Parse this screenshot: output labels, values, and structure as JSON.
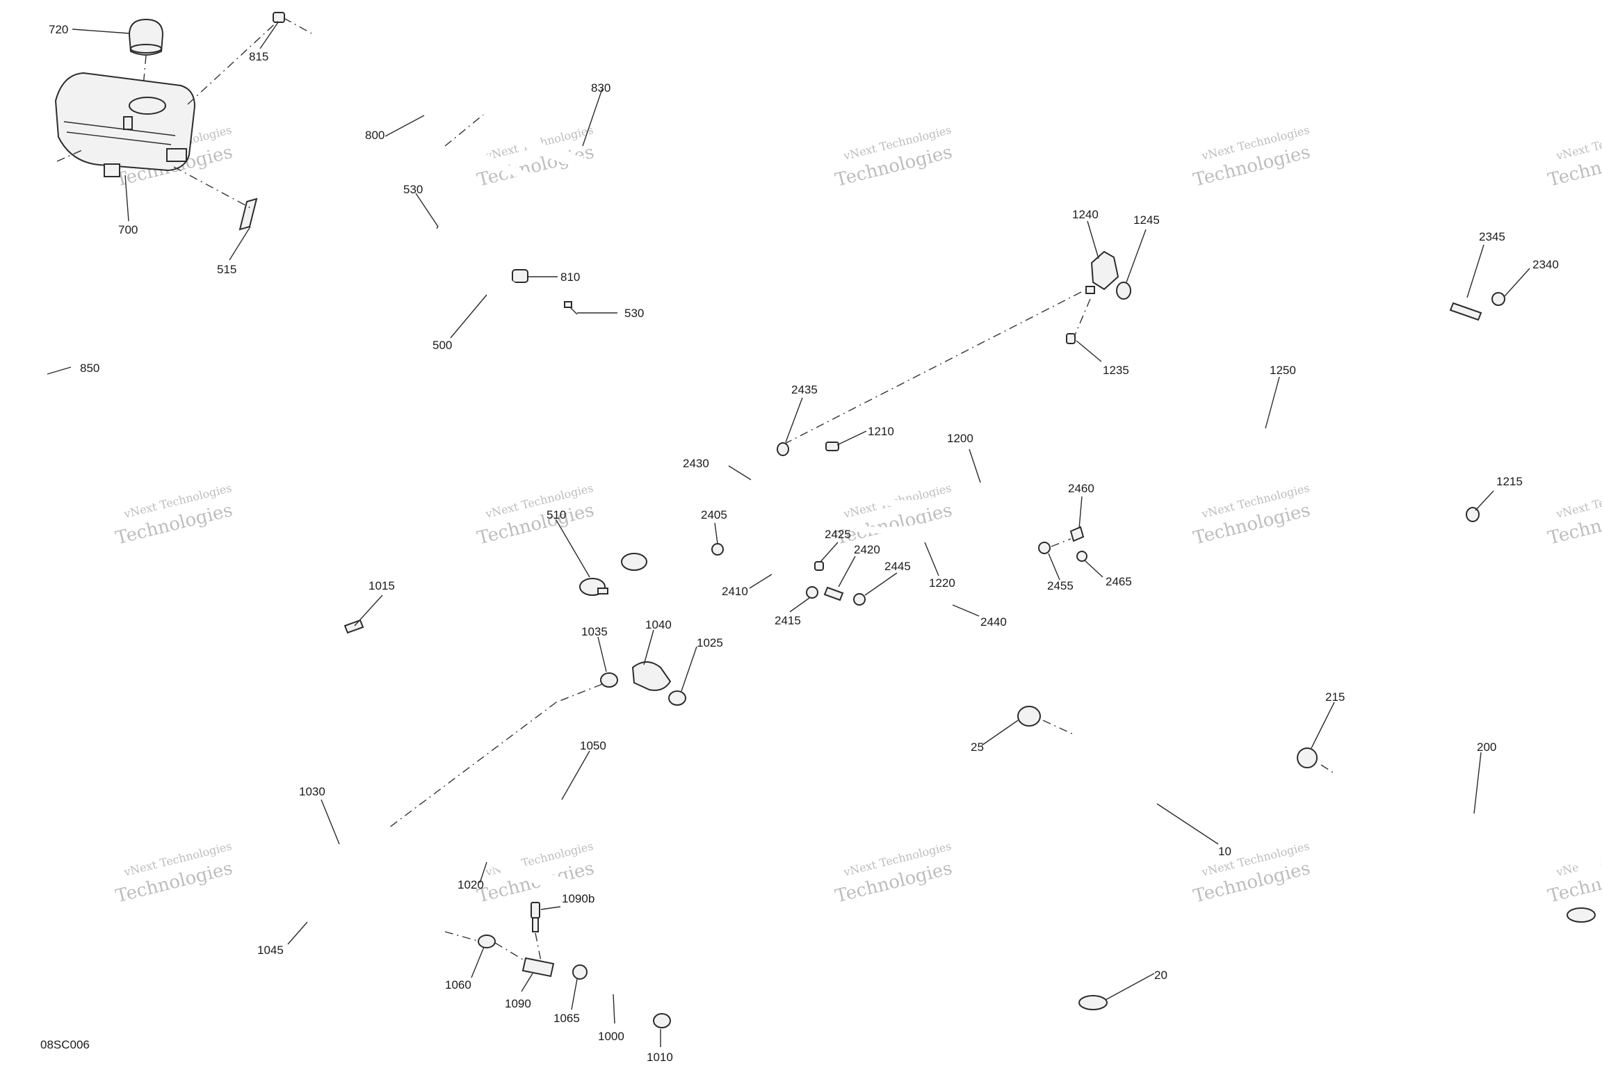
{
  "diagram_code": "08SC006",
  "watermark": {
    "line1": "vNext Technologies",
    "line2": "Technologies",
    "line3": "vNext Technologies"
  },
  "callouts": {
    "p720": "720",
    "p815": "815",
    "p830": "830",
    "p800": "800",
    "p700": "700",
    "p530a": "530",
    "p515": "515",
    "p810": "810",
    "p530b": "530",
    "p500": "500",
    "p850": "850",
    "p510": "510",
    "p1240": "1240",
    "p1245": "1245",
    "p2345": "2345",
    "p2340": "2340",
    "p1235": "1235",
    "p1250": "1250",
    "p2435": "2435",
    "p1210": "1210",
    "p1200": "1200",
    "p2430": "2430",
    "p1215": "1215",
    "p2460": "2460",
    "p2405": "2405",
    "p2425": "2425",
    "p2420": "2420",
    "p2445": "2445",
    "p1220": "1220",
    "p2455": "2455",
    "p2465": "2465",
    "p2410": "2410",
    "p2415": "2415",
    "p2440": "2440",
    "p1015": "1015",
    "p1035": "1035",
    "p1040": "1040",
    "p1025": "1025",
    "p1050": "1050",
    "p1030": "1030",
    "p1020": "1020",
    "p1090b": "1090b",
    "p1045": "1045",
    "p1060": "1060",
    "p1090": "1090",
    "p1065": "1065",
    "p1000": "1000",
    "p1010": "1010",
    "p215": "215",
    "p25": "25",
    "p200": "200",
    "p10": "10",
    "p20": "20"
  }
}
